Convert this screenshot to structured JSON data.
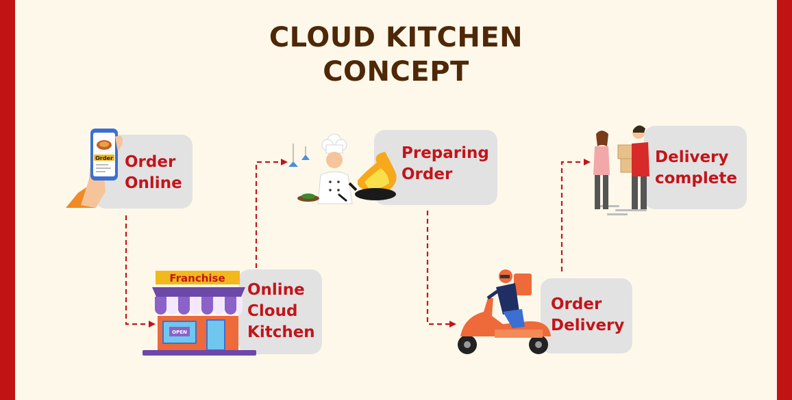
{
  "title": {
    "line1": "CLOUD KITCHEN",
    "line2": "CONCEPT"
  },
  "steps": [
    {
      "id": "order-online",
      "lines": [
        "Order",
        "Online"
      ],
      "icon": "phone-order-icon"
    },
    {
      "id": "online-cloud-kitchen",
      "lines": [
        "Online",
        "Cloud",
        "Kitchen"
      ],
      "icon": "storefront-icon"
    },
    {
      "id": "preparing-order",
      "lines": [
        "Preparing",
        "Order"
      ],
      "icon": "chef-icon"
    },
    {
      "id": "order-delivery",
      "lines": [
        "Order",
        "Delivery"
      ],
      "icon": "delivery-scooter-icon"
    },
    {
      "id": "delivery-complete",
      "lines": [
        "Delivery",
        "complete"
      ],
      "icon": "package-handover-icon"
    }
  ],
  "phone_screen_text": "Order",
  "store_sign_text": "Franchise",
  "store_open_sign_text": "OPEN",
  "colors": {
    "border": "#c11313",
    "background": "#fdf8ea",
    "title": "#4e2808",
    "label": "#c3141a",
    "box": "#e2e2e2",
    "arrow": "#c3141a"
  }
}
